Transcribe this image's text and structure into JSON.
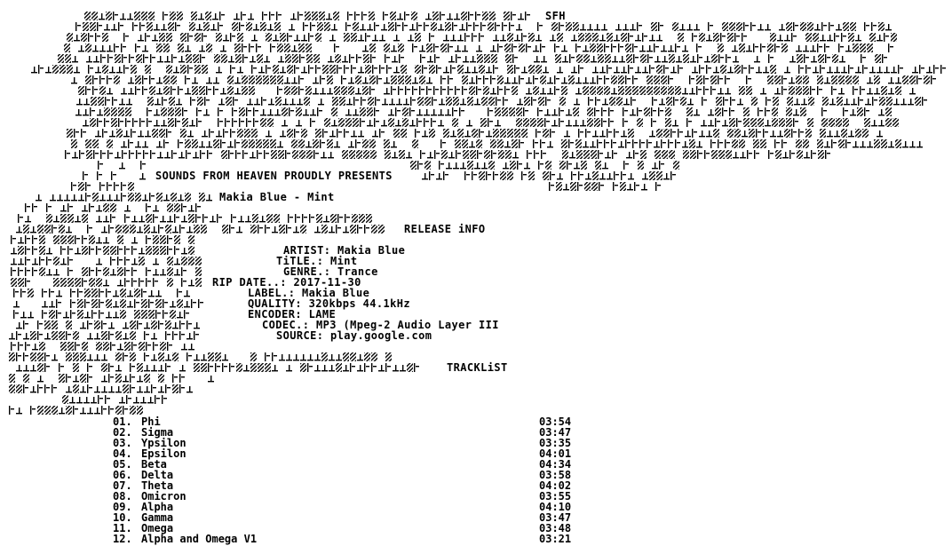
{
  "header": {
    "group": "SFH",
    "presents": "SOUNDS FROM HEAVEN PROUDLY PRESENTS",
    "release_name": "Makia Blue - Mint"
  },
  "release_info": {
    "heading": "RELEASE iNFO",
    "artist": "ARTIST: Makia Blue",
    "title": "TiTLE.: Mint",
    "genre": "GENRE.: Trance",
    "rip_date": "RIP DATE..: 2017-11-30",
    "label": "LABEL.: Makia Blue",
    "quality": "QUALITY: 320kbps 44.1kHz",
    "encoder": "ENCODER: LAME",
    "codec": "CODEC.: MP3 (Mpeg-2 Audio Layer III",
    "source": "SOURCE: play.google.com"
  },
  "tracklist": {
    "heading": "TRACKLiST",
    "tracks": [
      {
        "num": "01.",
        "name": "Phi",
        "duration": "03:54"
      },
      {
        "num": "02.",
        "name": "Sigma",
        "duration": "03:47"
      },
      {
        "num": "03.",
        "name": "Ypsilon",
        "duration": "03:35"
      },
      {
        "num": "04.",
        "name": "Epsilon",
        "duration": "04:01"
      },
      {
        "num": "05.",
        "name": "Beta",
        "duration": "04:34"
      },
      {
        "num": "06.",
        "name": "Delta",
        "duration": "03:58"
      },
      {
        "num": "07.",
        "name": "Theta",
        "duration": "04:02"
      },
      {
        "num": "08.",
        "name": "Omicron",
        "duration": "03:55"
      },
      {
        "num": "09.",
        "name": "Alpha",
        "duration": "04:10"
      },
      {
        "num": "10.",
        "name": "Gamma",
        "duration": "03:47"
      },
      {
        "num": "11.",
        "name": "Omega",
        "duration": "03:48"
      },
      {
        "num": "12.",
        "name": "Alpha and Omega V1",
        "duration": "03:21"
      }
    ]
  }
}
